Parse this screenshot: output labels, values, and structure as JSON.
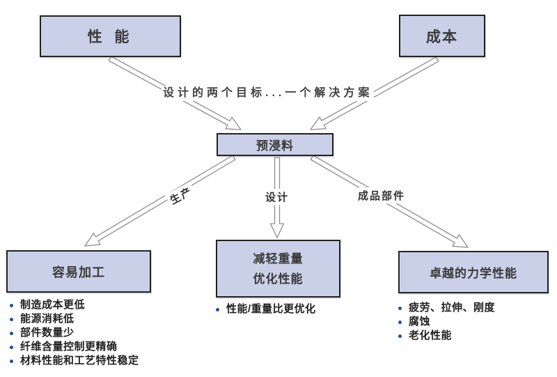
{
  "diagram": {
    "boxes": {
      "performance": {
        "label": "性 能"
      },
      "cost": {
        "label": "成本"
      },
      "prepreg": {
        "label": "预浸料"
      },
      "easy": {
        "label": "容易加工"
      },
      "weight": {
        "line1": "减轻重量",
        "line2": "优化性能"
      },
      "mech": {
        "label": "卓越的力学性能"
      }
    },
    "subtitle": {
      "pre": "设计的两个目标...",
      "bold": "一",
      "post": "个解决方案"
    },
    "branch_labels": {
      "production": "生产",
      "design": "设计",
      "finished_parts": "成品部件"
    },
    "lists": {
      "easy": [
        "制造成本更低",
        "能源消耗低",
        "部件数量少",
        "纤维含量控制更精确",
        "材料性能和工艺特性稳定"
      ],
      "weight": [
        "性能/重量比更优化"
      ],
      "mech": [
        "疲劳、拉伸、刚度",
        "腐蚀",
        "老化性能"
      ]
    },
    "colors": {
      "box_fill": "#c9d0e7",
      "box_border": "#222222",
      "arrow": "#8c8c8c",
      "bullet": "#1f4fa0",
      "title_text": "#3a3a3a",
      "body_text": "#1f1f1f"
    }
  }
}
